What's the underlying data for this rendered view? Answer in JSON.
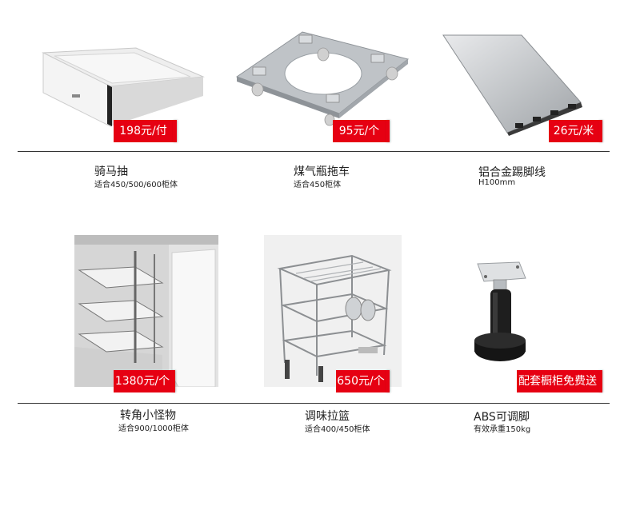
{
  "products": [
    {
      "name": "骑马抽",
      "spec": "适合450/500/600柜体",
      "price": "198元/付",
      "icon": "drawer-image"
    },
    {
      "name": "煤气瓶拖车",
      "spec": "适合450柜体",
      "price": "95元/个",
      "icon": "gas-cylinder-trolley-image"
    },
    {
      "name": "铝合金踢脚线",
      "spec": "H100mm",
      "price": "26元/米",
      "icon": "aluminum-skirting-image"
    },
    {
      "name": "转角小怪物",
      "spec": "适合900/1000柜体",
      "price": "1380元/个",
      "icon": "corner-carousel-image"
    },
    {
      "name": "调味拉篮",
      "spec": "适合400/450柜体",
      "price": "650元/个",
      "icon": "seasoning-basket-image"
    },
    {
      "name": "ABS可调脚",
      "spec": "有效承重150kg",
      "price": "配套橱柜免费送",
      "icon": "adjustable-leg-image"
    }
  ],
  "colors": {
    "badge": "#e60012",
    "divider": "#333333",
    "text": "#222222"
  }
}
